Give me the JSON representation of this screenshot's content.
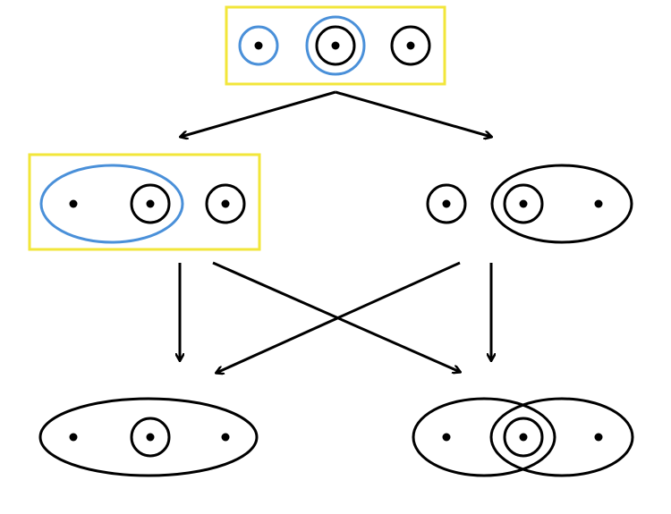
{
  "colors": {
    "background": "#ffffff",
    "stroke": "#000000",
    "highlight_frame": "#f2e63a",
    "highlight_circle": "#4a90d9"
  },
  "nodes": [
    {
      "id": "top",
      "highlighted": true,
      "description_visible": false
    },
    {
      "id": "middle-left",
      "highlighted": true
    },
    {
      "id": "middle-right",
      "highlighted": false
    },
    {
      "id": "bottom-left",
      "highlighted": false
    },
    {
      "id": "bottom-right",
      "highlighted": false
    }
  ],
  "edges": [
    {
      "from": "top",
      "to": "middle-left"
    },
    {
      "from": "top",
      "to": "middle-right"
    },
    {
      "from": "middle-left",
      "to": "bottom-left"
    },
    {
      "from": "middle-left",
      "to": "bottom-right"
    },
    {
      "from": "middle-right",
      "to": "bottom-left"
    },
    {
      "from": "middle-right",
      "to": "bottom-right"
    }
  ]
}
